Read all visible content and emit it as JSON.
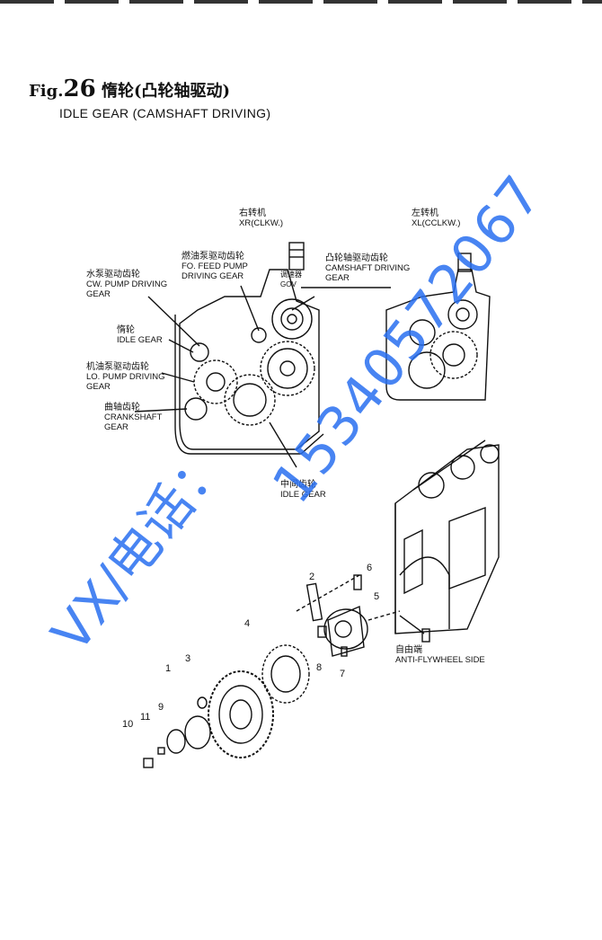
{
  "header": {
    "fig_prefix": "Fig.",
    "fig_number": "26",
    "title_cn": "惰轮(凸轮轴驱动)",
    "subtitle": "IDLE GEAR (CAMSHAFT DRIVING)"
  },
  "rotation_labels": {
    "right_cn": "右转机",
    "right_en": "XR(CLKW.)",
    "left_cn": "左转机",
    "left_en": "XL(CCLKW.)"
  },
  "callouts": {
    "fo_feed_pump_cn": "燃油泵驱动齿轮",
    "fo_feed_pump_en": "FO. FEED PUMP\nDRIVING GEAR",
    "gov_cn": "调速器",
    "gov_en": "GOV",
    "camshaft_cn": "凸轮轴驱动齿轮",
    "camshaft_en": "CAMSHAFT DRIVING\nGEAR",
    "cw_pump_cn": "水泵驱动齿轮",
    "cw_pump_en": "CW. PUMP DRIVING\nGEAR",
    "idle_cn": "惰轮",
    "idle_en": "IDLE GEAR",
    "lo_pump_cn": "机油泵驱动齿轮",
    "lo_pump_en": "LO. PUMP DRIVING\nGEAR",
    "crank_cn": "曲轴齿轮",
    "crank_en": "CRANKSHAFT\nGEAR",
    "mid_idle_cn": "中间齿轮",
    "mid_idle_en": "IDLE GEAR",
    "anti_fw_cn": "自由端",
    "anti_fw_en": "ANTI-FLYWHEEL SIDE"
  },
  "part_numbers": [
    "1",
    "2",
    "3",
    "4",
    "5",
    "6",
    "7",
    "8",
    "9",
    "10",
    "11"
  ],
  "watermark": {
    "text1": "VX/电话：",
    "text2": "15340572067"
  },
  "colors": {
    "ink": "#111111",
    "watermark": "#2d6ef0"
  }
}
